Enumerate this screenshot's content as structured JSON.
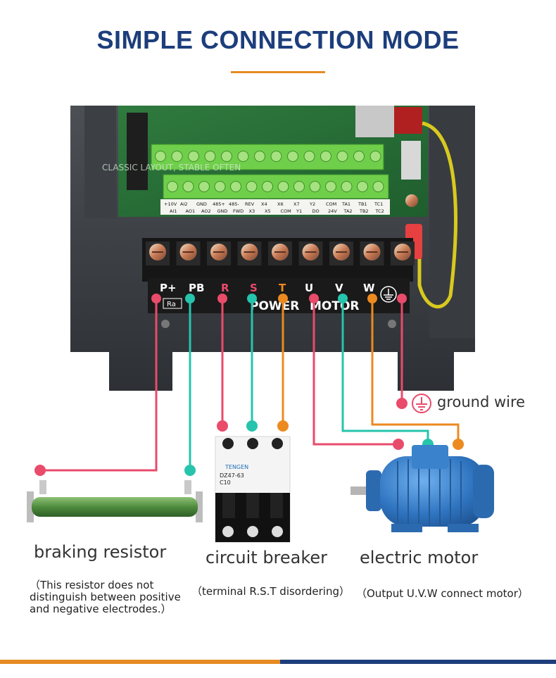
{
  "title": "SIMPLE CONNECTION MODE",
  "watermark": "CLASSIC LAYOUT, STABLE OFTEN",
  "pcb_top_labels": [
    "+10V",
    "AI2",
    "GND",
    "485+",
    "485-",
    "REV",
    "X4",
    "X6",
    "X7",
    "Y2",
    "COM",
    "TA1",
    "TB1",
    "TC1"
  ],
  "pcb_bottom_labels": [
    "AI1",
    "AO1",
    "AO2",
    "GND",
    "FWD",
    "X3",
    "X5",
    "COM",
    "Y1",
    "DO",
    "24V",
    "TA2",
    "TB2",
    "TC2"
  ],
  "power_terminals": [
    "P+",
    "PB",
    "R",
    "S",
    "T",
    "U",
    "V",
    "W"
  ],
  "power_tag": "POWER",
  "motor_tag": "MOTOR",
  "resistor_tag": "Ra",
  "breaker_brand": "TENGEN",
  "breaker_model": "DZ47-63",
  "breaker_rating": "C10",
  "ground_label": "ground wire",
  "components": {
    "resistor": {
      "label": "braking resistor",
      "note": "（This resistor does not distinguish between positive and negative electrodes.）"
    },
    "breaker": {
      "label": "circuit breaker",
      "note": "（terminal R.S.T disordering）"
    },
    "motor": {
      "label": "electric motor",
      "note": "（Output U.V.W connect motor）"
    }
  },
  "colors": {
    "title": "#1d3e7c",
    "accent_orange": "#e68a23",
    "wire_pink": "#e94b6b",
    "wire_teal": "#26c4ad",
    "wire_orange": "#ec8a1f",
    "motor_blue": "#3a7fc8"
  }
}
